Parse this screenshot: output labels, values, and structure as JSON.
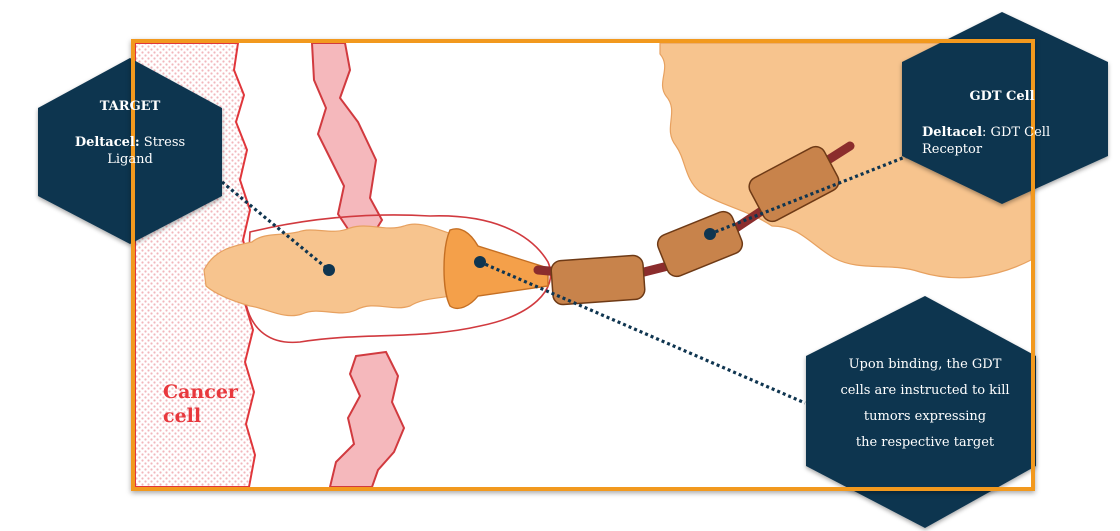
{
  "callouts": {
    "target": {
      "title": "TARGET",
      "term": "Deltacel:",
      "text": "Stress Ligand"
    },
    "gdt_cell": {
      "title": "GDT Cell",
      "term": "Deltacel",
      "text": ": GDT Cell Receptor"
    },
    "binding": {
      "line1": "Upon binding, the GDT",
      "line2": "cells are instructed to kill",
      "line3": "tumors expressing",
      "line4": "the respective target"
    }
  },
  "labels": {
    "cancer_line1": "Cancer",
    "cancer_line2": "cell"
  },
  "colors": {
    "frame": "#f2991e",
    "callout_fill": "#0f3550",
    "cancer_text": "#e8383d",
    "cell_fill": "#f7c48e",
    "pink_tissue": "#f5b8bc",
    "receptor_segment": "#c8834b",
    "receptor_link": "#8b2d2d"
  }
}
